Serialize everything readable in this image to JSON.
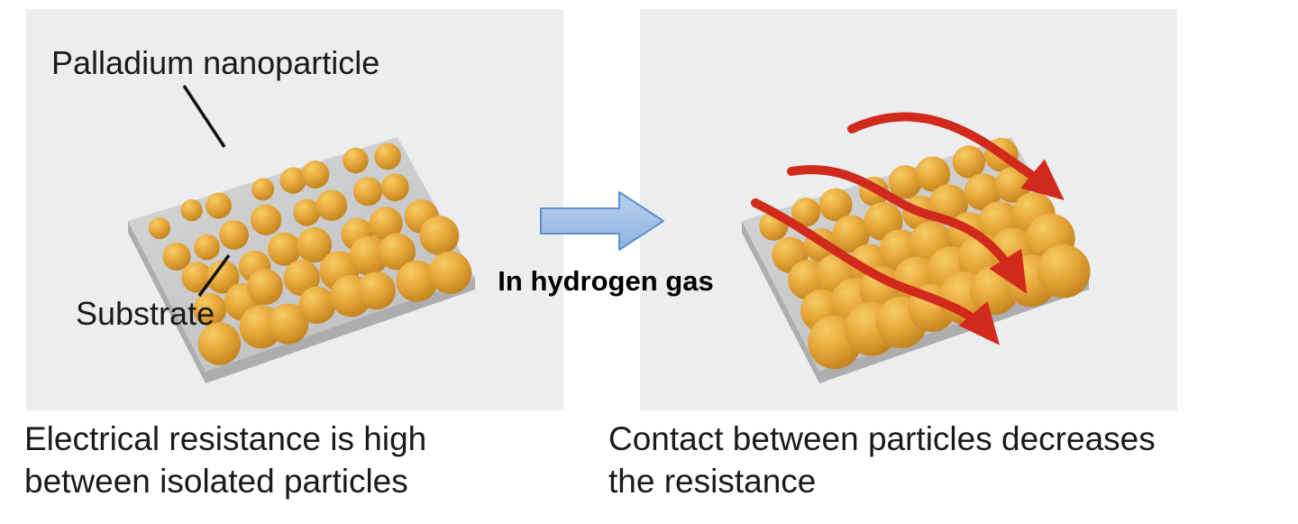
{
  "left_panel": {
    "particle_label": "Palladium nanoparticle",
    "substrate_label": "Substrate",
    "caption_lines": [
      "Electrical resistance is high",
      "between isolated particles"
    ]
  },
  "transition": {
    "label": "In hydrogen gas"
  },
  "right_panel": {
    "caption_lines": [
      "Contact between particles decreases",
      "the resistance"
    ]
  },
  "icons": {
    "transition_arrow": "block-arrow-right",
    "current_flow": "curved-red-arrow",
    "pointer": "straight-callout-line"
  },
  "colors": {
    "panel_bg": "#ECEDEE",
    "substrate_light": "#D6D7D9",
    "substrate_mid": "#BFC0C2",
    "substrate_side": "#ACADAF",
    "particle_light": "#F7CD66",
    "particle_main": "#E8A93C",
    "particle_dark": "#BF7E19",
    "arrow_blue_fill": "#8FB4E3",
    "arrow_blue_light": "#B9D0EC",
    "arrow_blue_edge": "#5E8FCC",
    "current_red": "#D2291D",
    "text_color": "#1A1A1A"
  }
}
